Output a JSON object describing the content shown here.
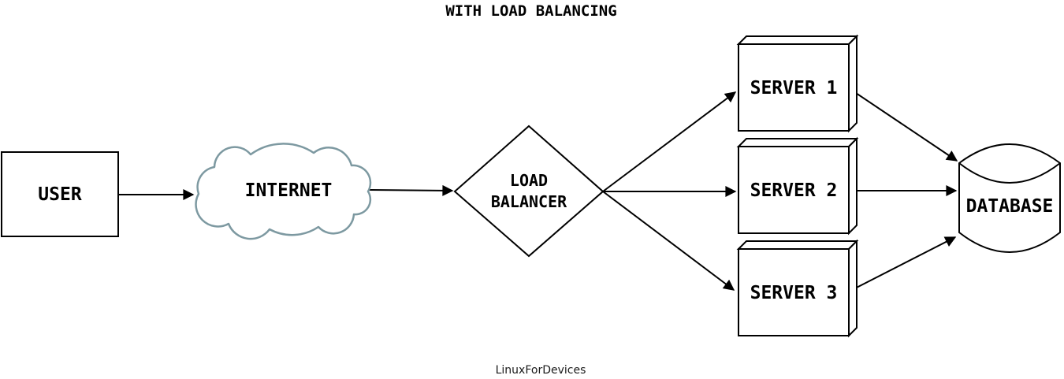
{
  "diagram": {
    "title": "WITH LOAD BALANCING",
    "footer": "LinuxForDevices",
    "colors": {
      "background": "#ffffff",
      "shape_stroke": "#000000",
      "cloud_stroke": "#7d99a1",
      "text": "#000000"
    },
    "nodes": {
      "user": {
        "label": "USER",
        "shape": "rectangle"
      },
      "internet": {
        "label": "INTERNET",
        "shape": "cloud"
      },
      "load_balancer": {
        "label": "LOAD BALANCER",
        "lines": [
          "LOAD",
          "BALANCER"
        ],
        "shape": "diamond"
      },
      "server1": {
        "label": "SERVER 1",
        "shape": "box3d"
      },
      "server2": {
        "label": "SERVER 2",
        "shape": "box3d"
      },
      "server3": {
        "label": "SERVER 3",
        "shape": "box3d"
      },
      "database": {
        "label": "DATABASE",
        "shape": "cylinder"
      }
    },
    "edges": [
      {
        "from": "user",
        "to": "internet"
      },
      {
        "from": "internet",
        "to": "load_balancer"
      },
      {
        "from": "load_balancer",
        "to": "server1"
      },
      {
        "from": "load_balancer",
        "to": "server2"
      },
      {
        "from": "load_balancer",
        "to": "server3"
      },
      {
        "from": "server1",
        "to": "database"
      },
      {
        "from": "server2",
        "to": "database"
      },
      {
        "from": "server3",
        "to": "database"
      }
    ]
  }
}
